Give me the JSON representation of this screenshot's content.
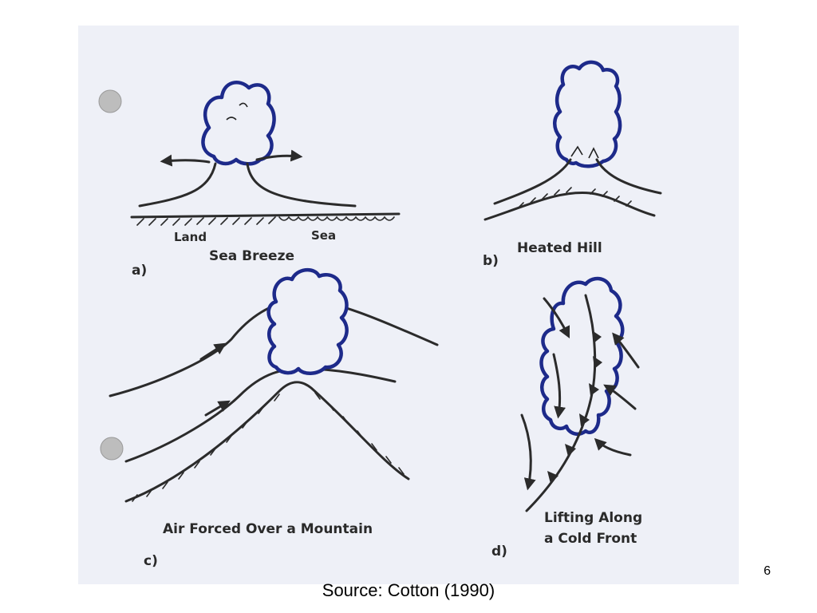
{
  "panels": {
    "a": {
      "letter": "a)",
      "title": "Sea Breeze",
      "label_land": "Land",
      "label_sea": "Sea"
    },
    "b": {
      "letter": "b)",
      "title": "Heated Hill"
    },
    "c": {
      "letter": "c)",
      "title": "Air Forced Over a Mountain"
    },
    "d": {
      "letter": "d)",
      "title_line1": "Lifting Along",
      "title_line2": "a Cold Front"
    }
  },
  "footer": {
    "source": "Source: Cotton (1990)",
    "page_number": "6"
  },
  "colors": {
    "cloud_outline": "#1d2a8a",
    "ink": "#2b2b2b",
    "paper": "#eef0f7"
  }
}
